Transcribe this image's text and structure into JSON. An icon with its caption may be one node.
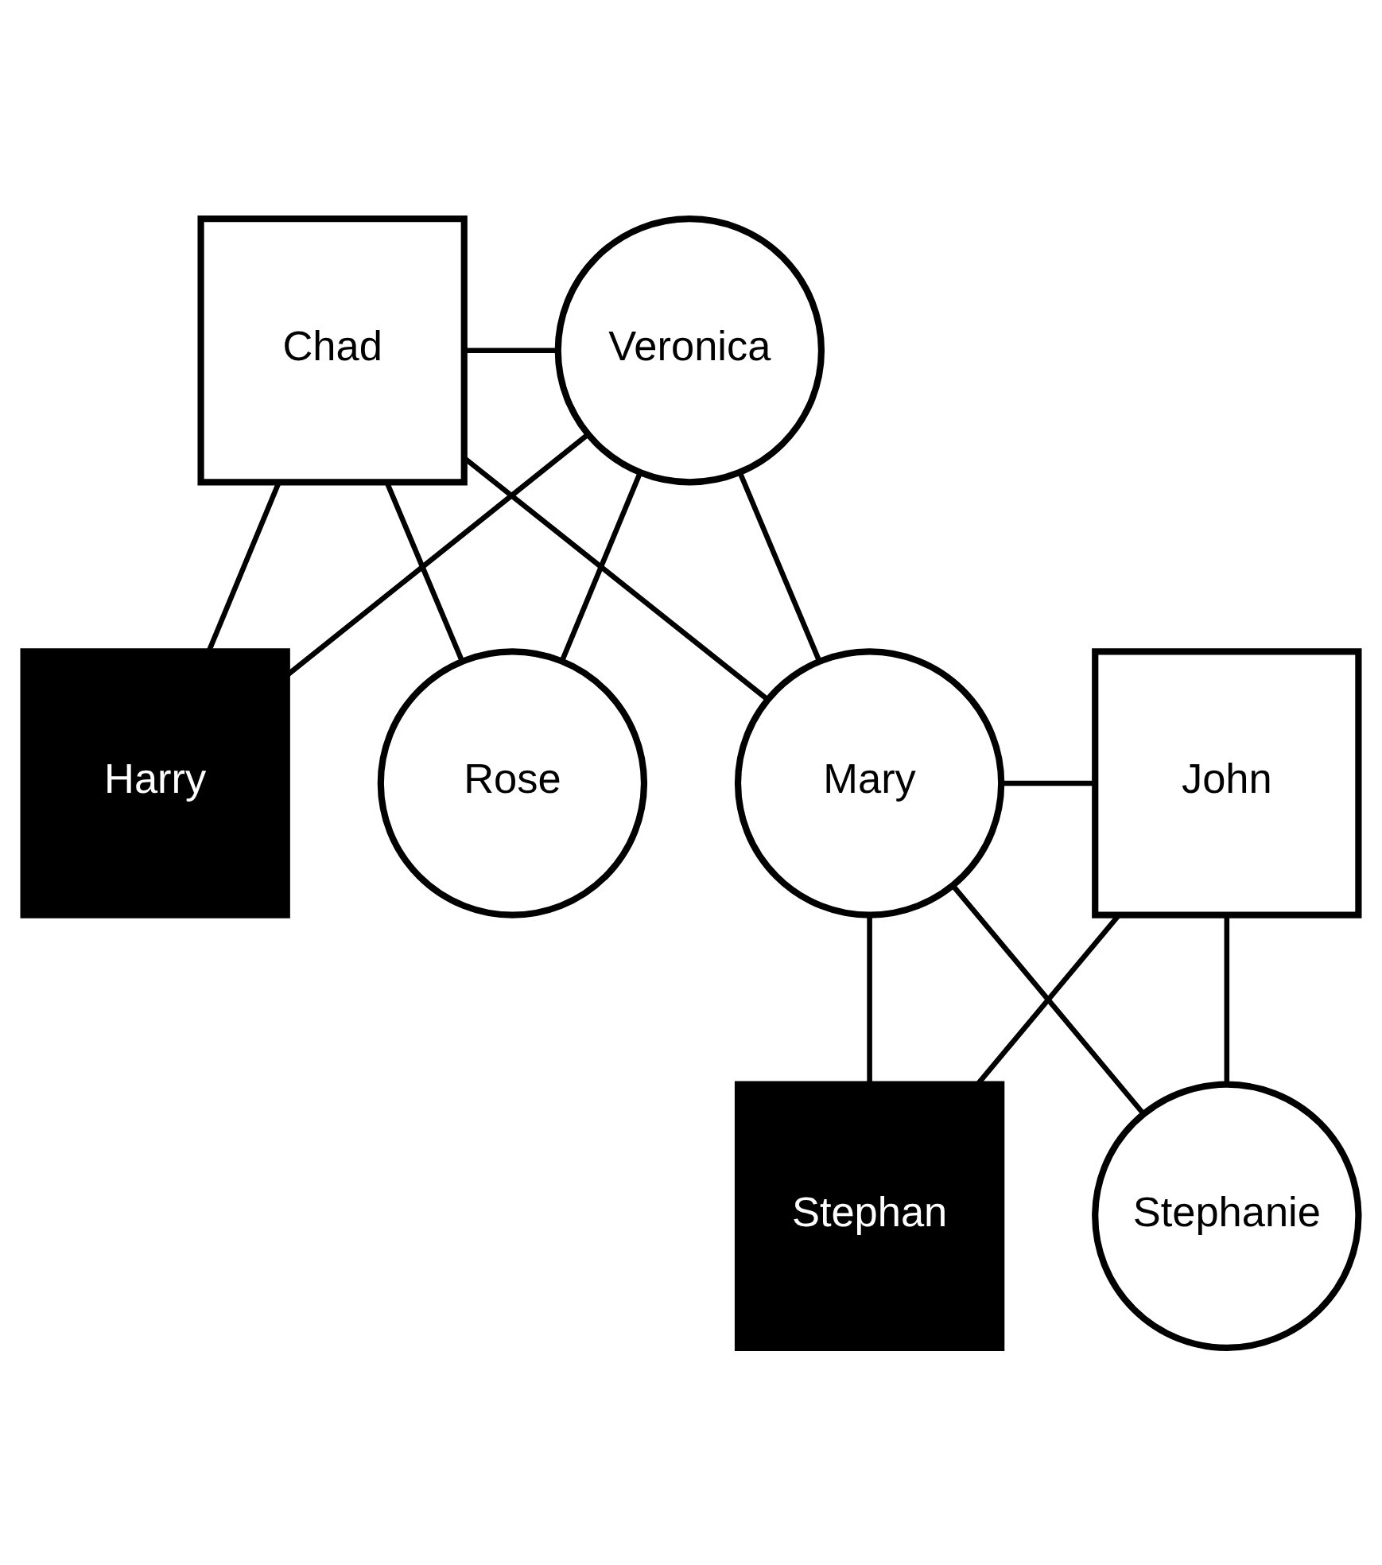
{
  "diagram": {
    "nodes": [
      {
        "text": [
          "Chad"
        ]
      },
      {
        "text": [
          "Veronica"
        ]
      },
      {
        "text": [
          "Harry"
        ]
      },
      {
        "text": [
          "Rose"
        ]
      },
      {
        "text": [
          "Mary"
        ]
      },
      {
        "text": [
          "John"
        ]
      },
      {
        "text": [
          "Stephan"
        ]
      },
      {
        "text": [
          "Stephanie"
        ]
      }
    ],
    "edges": [
      {
        "from": 0,
        "to": 1,
        "arrow": "none"
      },
      {
        "from": 0,
        "to": 2,
        "arrow": "none"
      },
      {
        "from": 0,
        "to": 3,
        "arrow": "none"
      },
      {
        "from": 0,
        "to": 4,
        "arrow": "none"
      },
      {
        "from": 1,
        "to": 2,
        "arrow": "none"
      },
      {
        "from": 1,
        "to": 3,
        "arrow": "none"
      },
      {
        "from": 1,
        "to": 4,
        "arrow": "none"
      },
      {
        "from": 4,
        "to": 5,
        "arrow": "none"
      },
      {
        "from": 4,
        "to": 6,
        "arrow": "none"
      },
      {
        "from": 4,
        "to": 7,
        "arrow": "none"
      },
      {
        "from": 5,
        "to": 6,
        "arrow": "none"
      },
      {
        "from": 5,
        "to": 7,
        "arrow": "none"
      }
    ]
  }
}
